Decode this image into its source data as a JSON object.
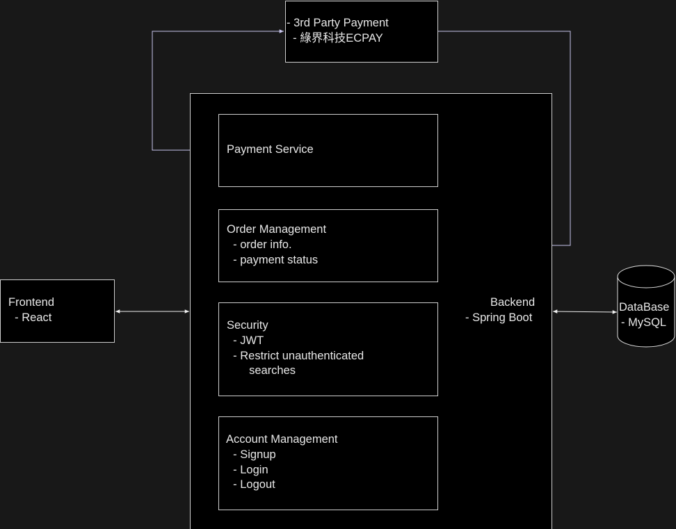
{
  "frontend": {
    "title": "Frontend",
    "tech": "  - React"
  },
  "backend": {
    "title": "Backend",
    "tech": "- Spring Boot"
  },
  "database": {
    "title": "DataBase",
    "tech": "- MySQL"
  },
  "third_party": {
    "title": "- 3rd Party Payment",
    "provider": "  - 綠界科技ECPAY"
  },
  "payment_service": {
    "title": "Payment Service"
  },
  "order_management": {
    "title": "Order Management",
    "items": [
      "  - order info.",
      "  - payment status"
    ]
  },
  "security": {
    "title": "Security",
    "items": [
      "  - JWT",
      "  - Restrict unauthenticated",
      "       searches"
    ]
  },
  "account_management": {
    "title": "Account Management",
    "items": [
      "  - Signup",
      "  - Login",
      "  - Logout"
    ]
  },
  "colors": {
    "background": "#181818",
    "box_fill": "#000000",
    "box_border": "#cfcfcf",
    "text": "#e8e8e8",
    "payment_link": "#c9c6ee"
  }
}
